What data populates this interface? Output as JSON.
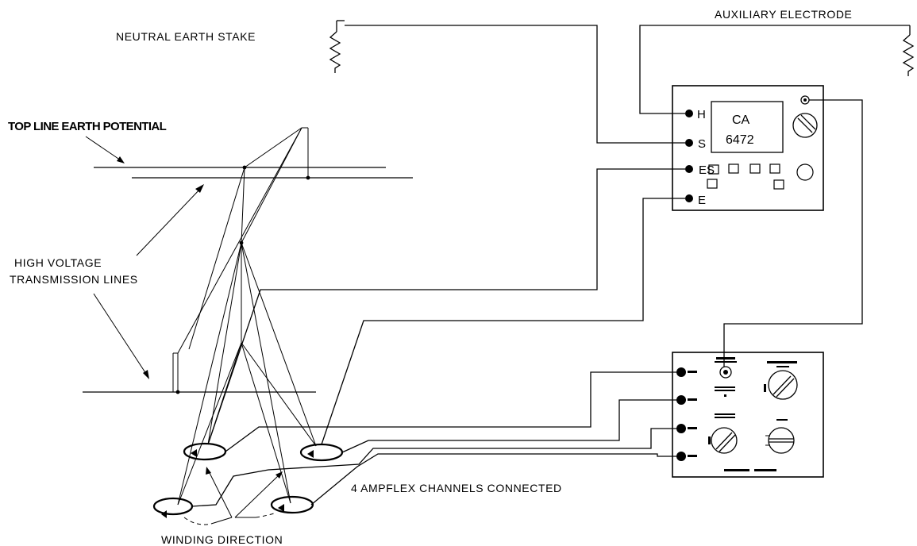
{
  "labels": {
    "neutral_earth_stake": "NEUTRAL EARTH STAKE",
    "auxiliary_electrode": "AUXILIARY ELECTRODE",
    "top_line_earth_potential": "TOP LINE EARTH POTENTIAL",
    "hv_line1": "HIGH VOLTAGE",
    "hv_line2": "TRANSMISSION LINES",
    "ampflex_connected": "4 AMPFLEX CHANNELS CONNECTED",
    "winding_direction": "WINDING DIRECTION"
  },
  "tester": {
    "display_line1": "CA",
    "display_line2": "6472",
    "terminals": [
      "H",
      "S",
      "ES",
      "E"
    ]
  }
}
